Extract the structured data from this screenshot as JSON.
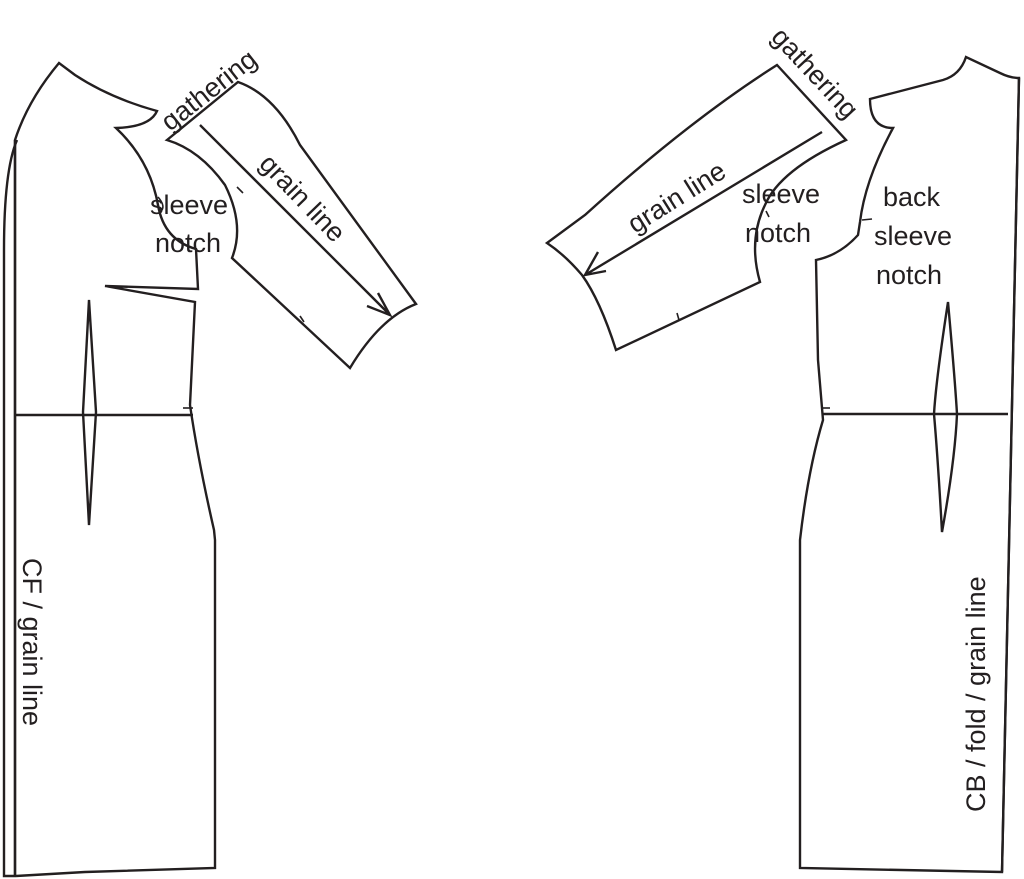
{
  "diagram": {
    "type": "sewing-pattern",
    "line_color": "#231f20",
    "background": "#ffffff",
    "front": {
      "bodice_skirt": {
        "cf_label": "CF / grain line",
        "sleeve_notch_label": [
          "sleeve",
          "notch"
        ]
      },
      "sleeve": {
        "gathering_label": "gathering",
        "grain_label": "grain line"
      }
    },
    "back": {
      "bodice_skirt": {
        "cb_label": "CB / fold / grain line",
        "sleeve_notch_label": [
          "back",
          "sleeve",
          "notch"
        ]
      },
      "sleeve": {
        "gathering_label": "gathering",
        "grain_label": "grain line",
        "sleeve_notch_label": [
          "sleeve",
          "notch"
        ]
      }
    }
  }
}
